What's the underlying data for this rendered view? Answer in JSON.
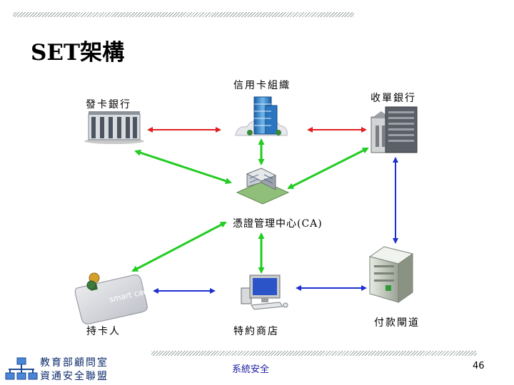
{
  "slide": {
    "title": "SET架構",
    "page_number": "46",
    "footer_text": "系統安全",
    "logo_line1": "教育部顧問室",
    "logo_line2": "資通安全聯盟"
  },
  "nodes": {
    "card_org": "信用卡組織",
    "issuer_bank": "發卡銀行",
    "acquirer_bank": "收單銀行",
    "ca": "憑證管理中心(CA)",
    "cardholder": "持卡人",
    "merchant": "特約商店",
    "payment_gateway": "付款閘道"
  },
  "card_text": "smart card",
  "colors": {
    "red_arrow": "#e02020",
    "green_arrow": "#22cc22",
    "blue_arrow": "#1c2fd0",
    "title": "#000000",
    "footer": "#1a1aa0"
  }
}
